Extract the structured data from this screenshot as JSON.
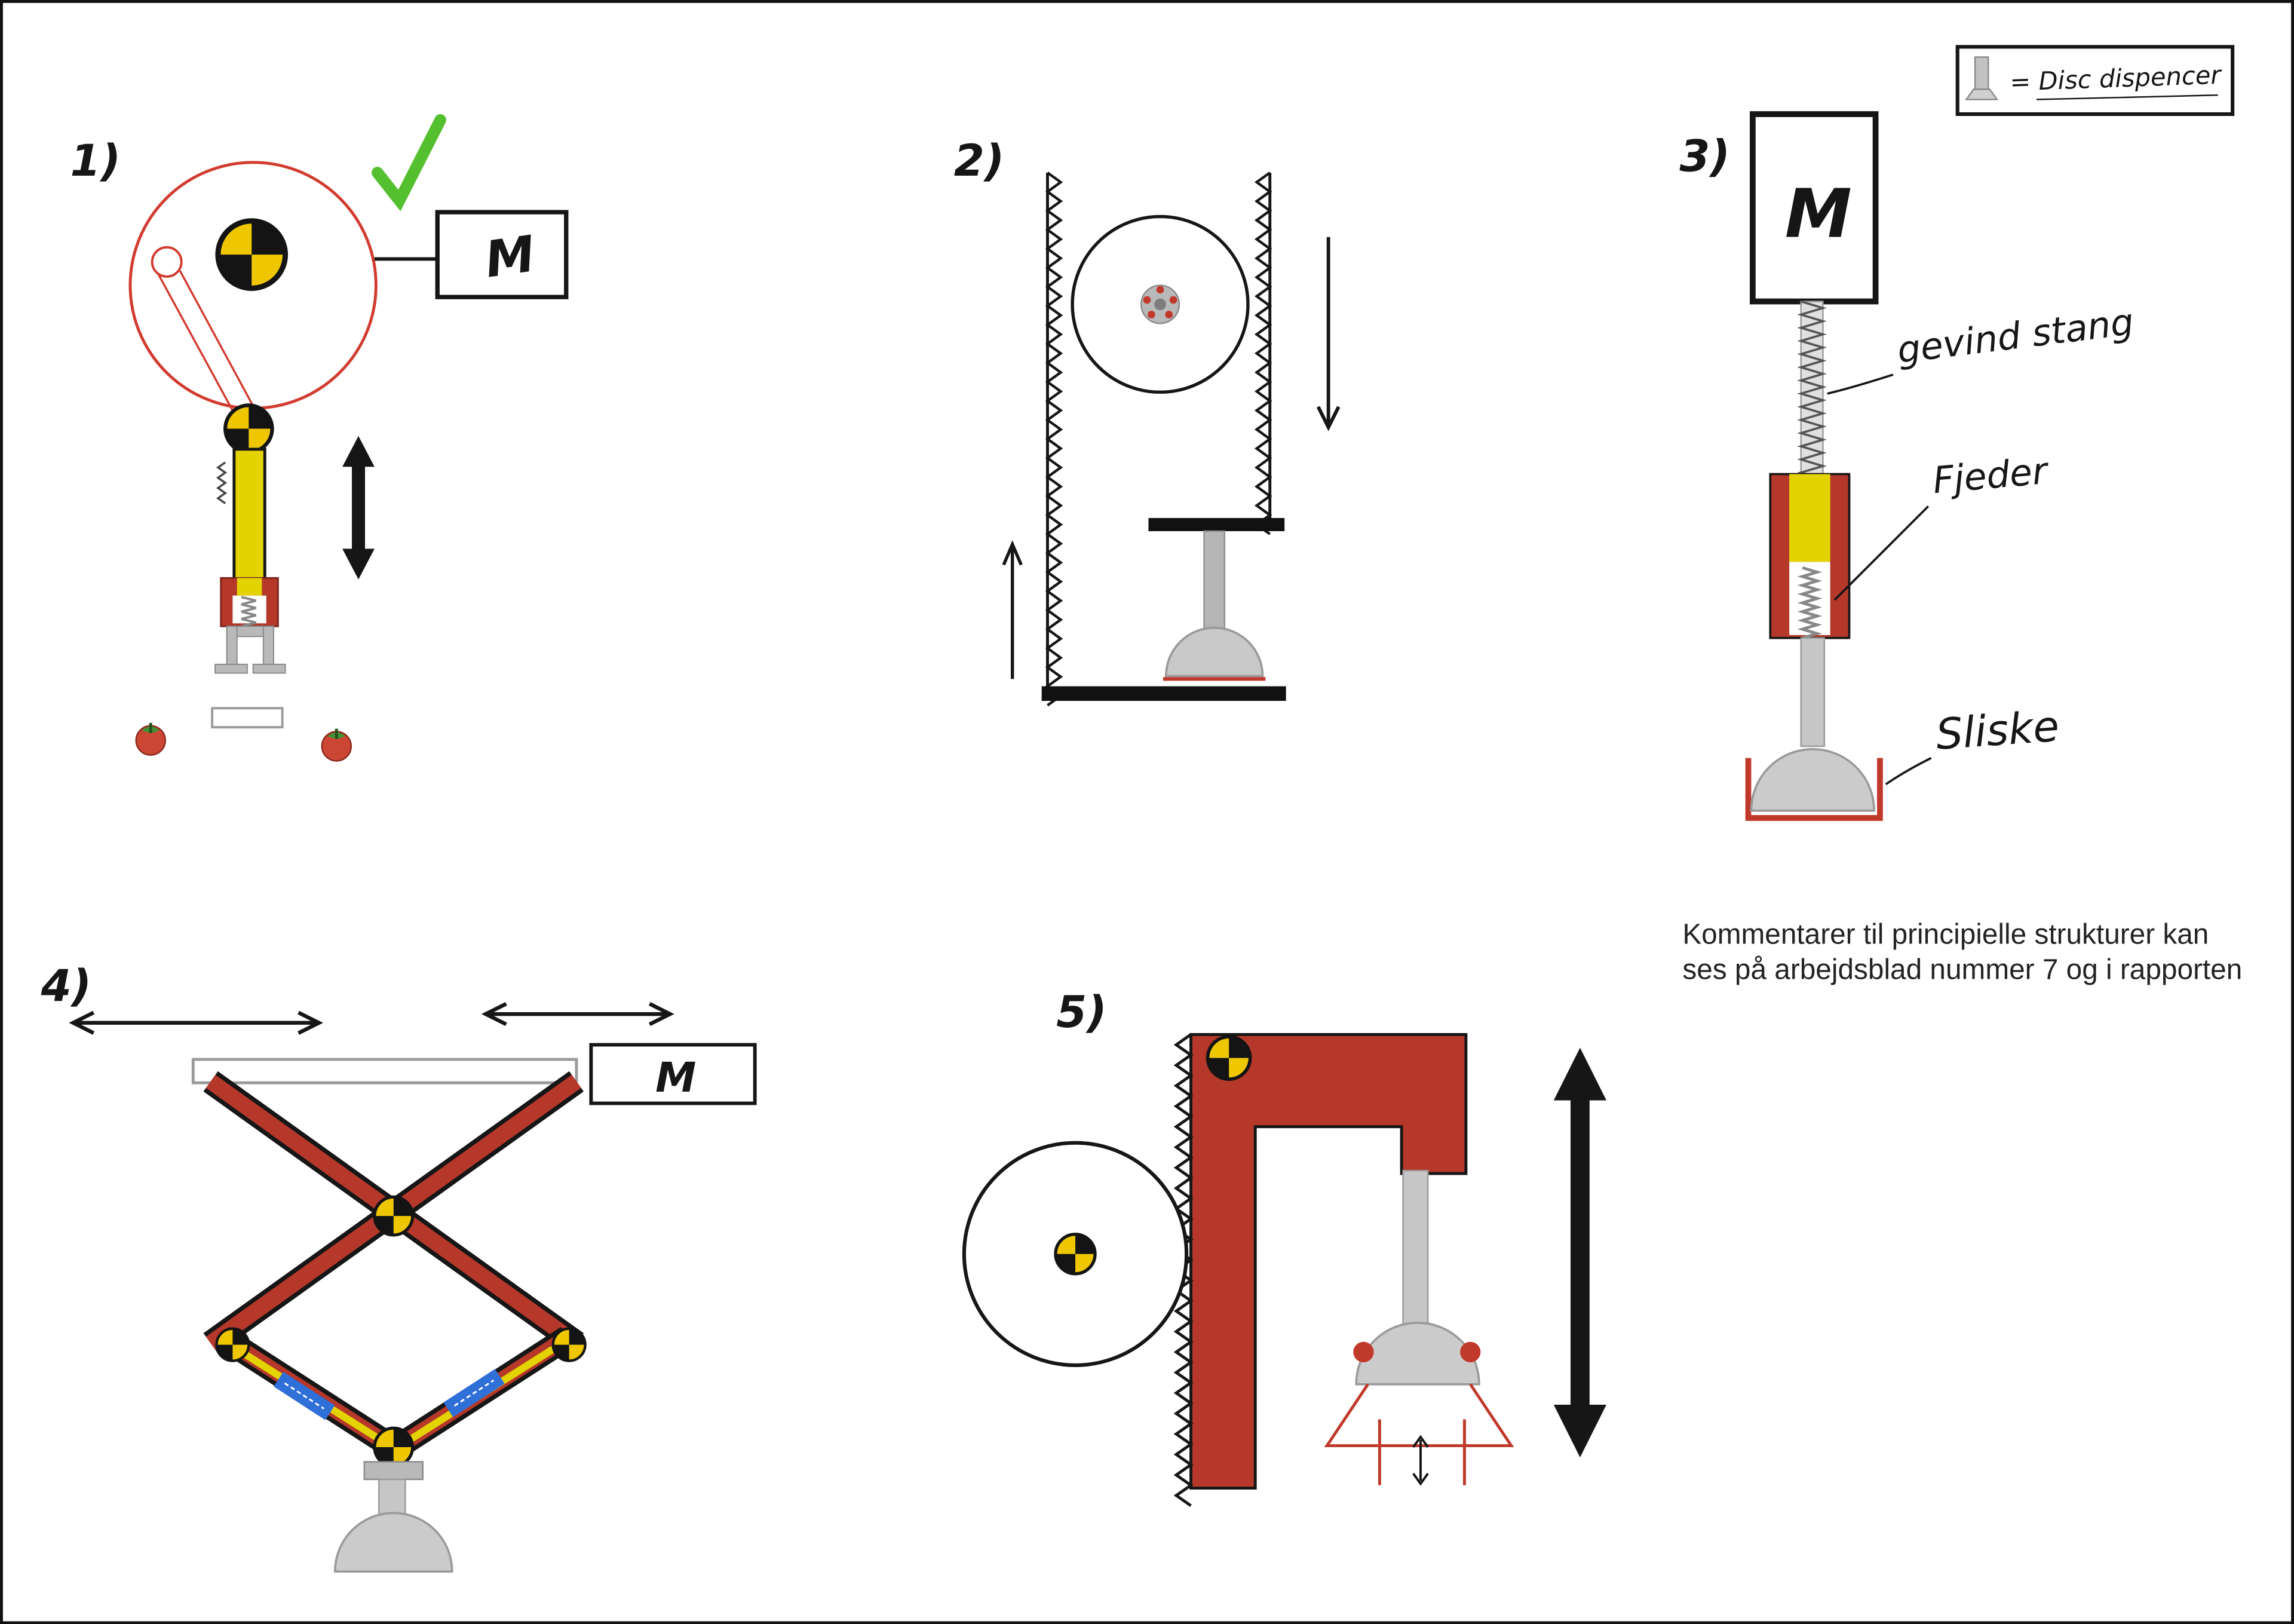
{
  "sketches": {
    "s1": {
      "label": "1)",
      "motor_label": "M"
    },
    "s2": {
      "label": "2)"
    },
    "s3": {
      "label": "3)",
      "motor_label": "M",
      "annotations": {
        "threaded_rod": "gevind stang",
        "spring": "Fjeder",
        "slide_shoe": "Sliske"
      }
    },
    "s4": {
      "label": "4)",
      "motor_label": "M"
    },
    "s5": {
      "label": "5)"
    }
  },
  "legend": {
    "label": "= Disc dispencer"
  },
  "comment": {
    "line1": "Kommentarer til principielle strukturer kan",
    "line2": "ses på arbejdsblad nummer 7 og i rapporten"
  },
  "colors": {
    "structure_red": "#b5382a",
    "accent_red": "#c0392b",
    "thin_red": "#d23b2f",
    "yellow": "#e3d300",
    "hazard_yellow": "#efc700",
    "gray": "#c6c6c6",
    "check_green": "#55c02f",
    "sticker_blue": "#2f6fd8",
    "ink": "#161616"
  }
}
